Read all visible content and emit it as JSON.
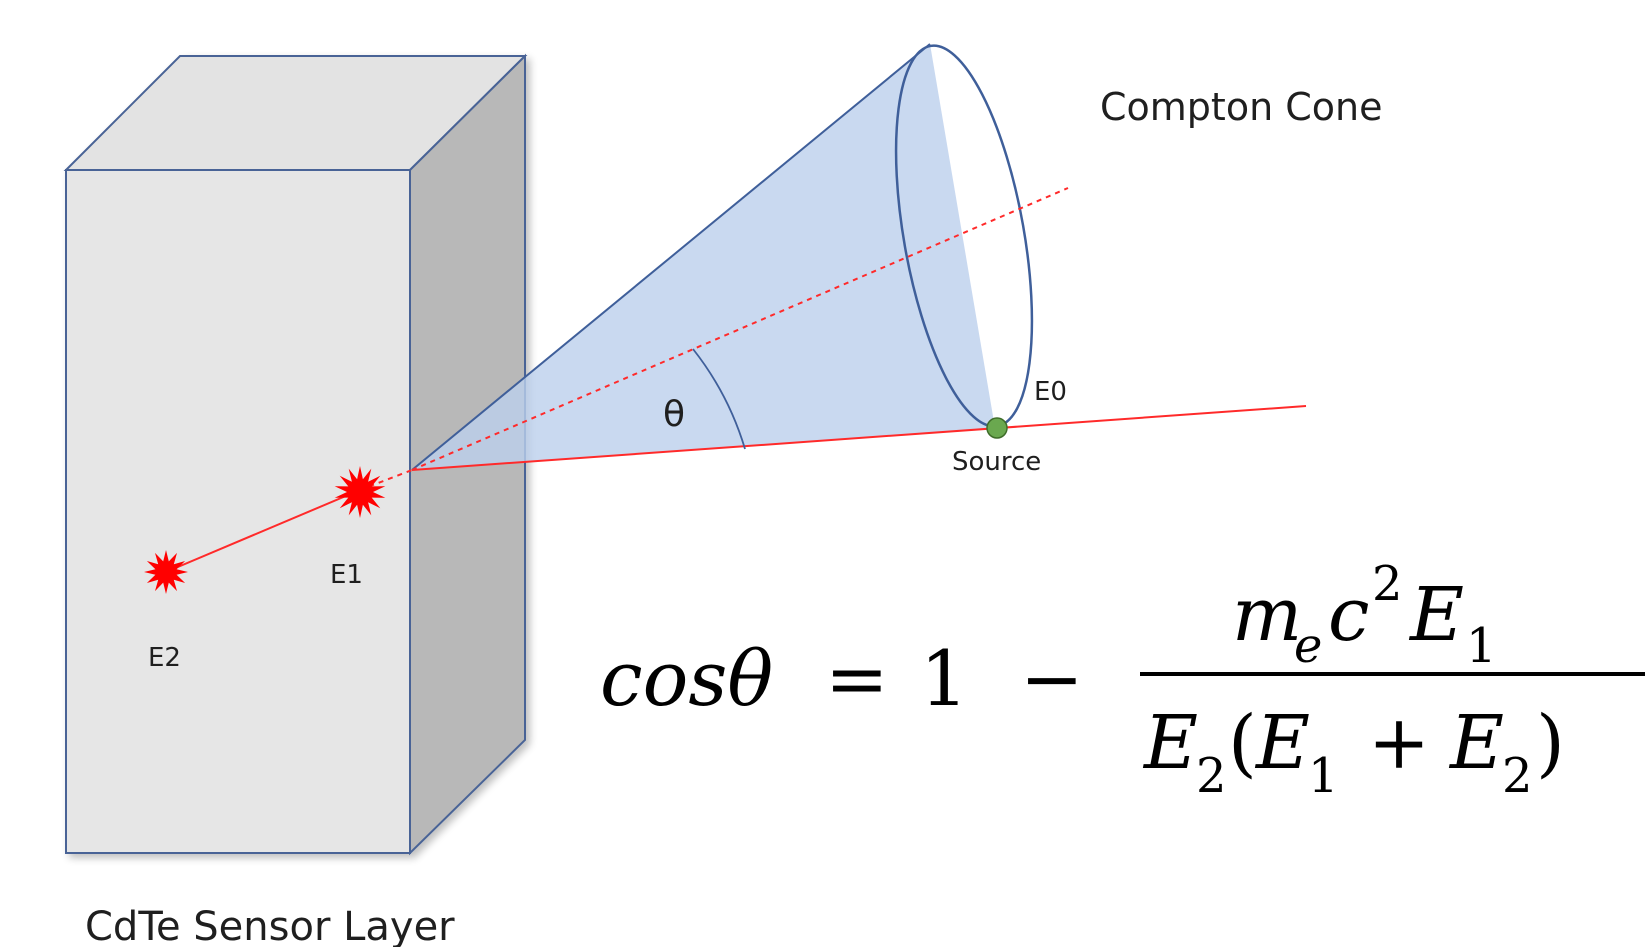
{
  "labels": {
    "compton_cone": "Compton Cone",
    "theta": "θ",
    "e0": "E0",
    "source": "Source",
    "e1": "E1",
    "e2": "E2",
    "sensor_layer": "CdTe Sensor Layer"
  },
  "formula": {
    "lhs": "cosθ",
    "equals": "=",
    "one": "1",
    "minus": "−",
    "numerator": {
      "m": "m",
      "m_sub": "e",
      "c": "c",
      "c_sup": "2",
      "e": "E",
      "e_sub": "1"
    },
    "denominator": {
      "e_a": "E",
      "e_a_sub": "2",
      "open_paren": "(",
      "e_b": "E",
      "e_b_sub": "1",
      "plus": "+",
      "e_c": "E",
      "e_c_sub": "2",
      "close_paren": ")"
    }
  },
  "colors": {
    "box_front": "#e6e6e6",
    "box_top": "#e3e3e3",
    "box_side": "#b8b8b8",
    "box_edge": "#4a6496",
    "cone_fill": "#bcd0ec",
    "cone_edge": "#3f5f9a",
    "ray": "#ff2a2a",
    "burst": "#ff0000",
    "source_dot": "#6aa84f"
  }
}
